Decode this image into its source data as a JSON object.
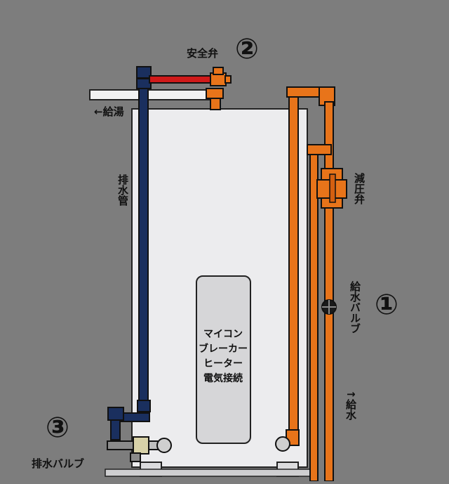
{
  "labels": {
    "safety_valve": "安全弁",
    "hot_water_out": "←給湯",
    "drain_pipe": "排水管",
    "pressure_reducing_valve": "減圧弁",
    "water_supply_valve": "給水バルブ",
    "water_supply": "↑給水",
    "drain_valve": "排水バルブ"
  },
  "numbers": {
    "n1": "①",
    "n2": "②",
    "n3": "③"
  },
  "heater_panel": [
    "マイコン",
    "ブレーカー",
    "ヒーター",
    "電気接続"
  ],
  "colors": {
    "background": "#7d7d7d",
    "tank": "#ececee",
    "hot_pipe": "#1a2f5e",
    "cold_pipe": "#e8741a",
    "safety_link": "#d01a1a",
    "panel": "#d6d6d8"
  }
}
